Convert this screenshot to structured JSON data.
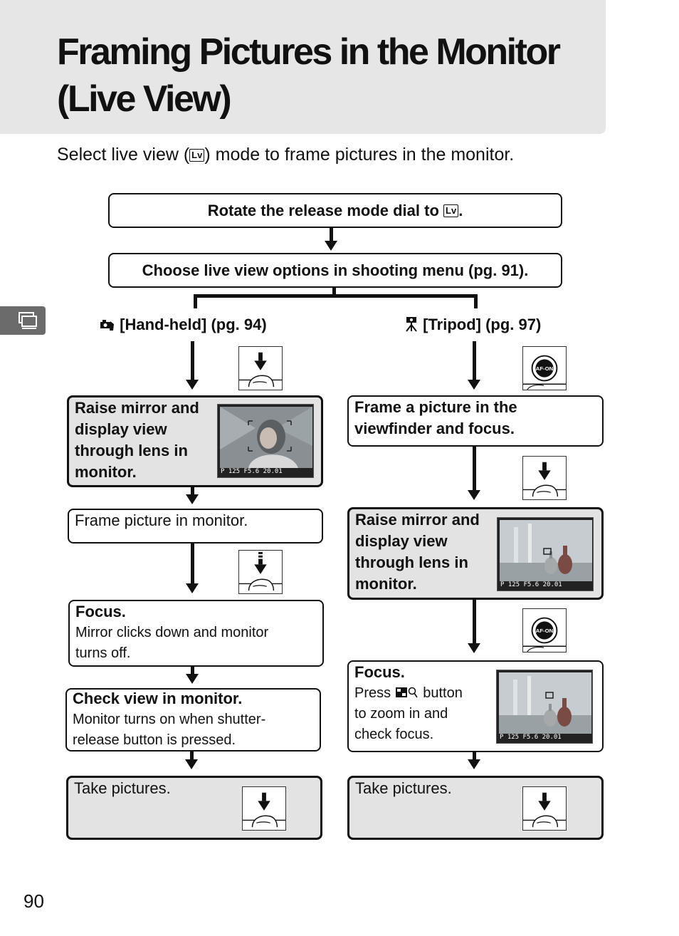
{
  "page": {
    "title": "Framing Pictures in the Monitor (Live View)",
    "intro_before": "Select live view (",
    "intro_lv": "Lv",
    "intro_after": ") mode to frame pictures in the monitor.",
    "page_number": "90"
  },
  "flow": {
    "step1": "Rotate the release mode dial to",
    "step1_lv": "Lv",
    "step1_end": ".",
    "step2": "Choose live view options in shooting menu (pg. 91)."
  },
  "handheld": {
    "label": "[Hand-held] (pg. 94)",
    "step1": [
      "Raise mirror and",
      "display view",
      "through lens in",
      "monitor."
    ],
    "step2": "Frame picture in monitor.",
    "step3_title": "Focus.",
    "step3_body": [
      "Mirror clicks down and monitor",
      "turns off."
    ],
    "step4_title": "Check view in monitor.",
    "step4_body": [
      "Monitor turns on when shutter-",
      "release button is pressed."
    ],
    "step5": "Take pictures."
  },
  "tripod": {
    "label": "[Tripod] (pg. 97)",
    "step1": [
      "Frame a picture in the",
      "viewfinder and focus."
    ],
    "step2": [
      "Raise mirror and",
      "display view",
      "through lens in",
      "monitor."
    ],
    "step3_title": "Focus.",
    "step3_body_pre": "Press",
    "step3_body_post": "button",
    "step3_body_rest": [
      "to zoom in and",
      "check focus."
    ],
    "step4": "Take pictures."
  },
  "lcd": {
    "readout": "P  125  F5.6   20.01",
    "af_on_label": "AF-ON"
  },
  "icons": [
    "handheld-icon",
    "tripod-icon",
    "shutter-press-icon",
    "shutter-half-press-icon",
    "af-on-button-icon",
    "zoom-button-icon",
    "lv-icon",
    "side-tab-icon"
  ]
}
